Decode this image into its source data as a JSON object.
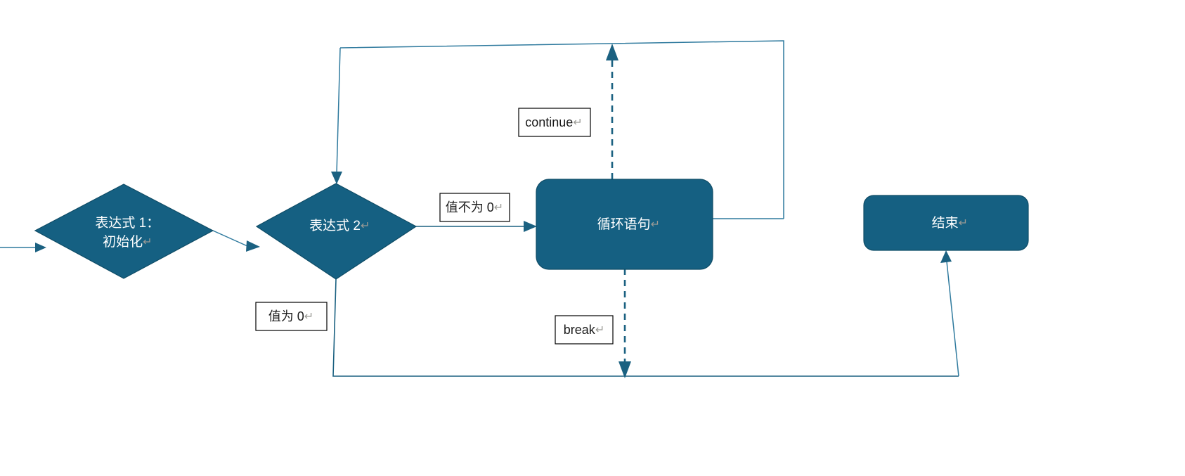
{
  "diagram": {
    "title": "for-loop flowchart",
    "colors": {
      "node_fill": "#156082",
      "node_stroke": "#0f4c66",
      "node_text": "#ffffff",
      "connector": "#2f7a9e",
      "connector_dark": "#1b6181",
      "label_box_fill": "#ffffff",
      "label_box_stroke": "#000000",
      "pilcrow": "#9a9a95",
      "background": "#ffffff"
    },
    "pilcrow_glyph": "↵",
    "nodes": [
      {
        "id": "expr1",
        "shape": "diamond",
        "line1": "表达式 1：",
        "line2": "初始化",
        "has_pilcrow": true
      },
      {
        "id": "expr2",
        "shape": "diamond",
        "line1": "表达式 2",
        "line2": "",
        "has_pilcrow": true
      },
      {
        "id": "loop-body",
        "shape": "rounded-rect",
        "line1": "循环语句",
        "line2": "",
        "has_pilcrow": true
      },
      {
        "id": "end",
        "shape": "rounded-rect",
        "line1": "结束",
        "line2": "",
        "has_pilcrow": true
      }
    ],
    "edge_labels": [
      {
        "id": "not-zero",
        "text": "值不为 0",
        "has_pilcrow": true
      },
      {
        "id": "is-zero",
        "text": "值为 0",
        "has_pilcrow": true
      },
      {
        "id": "continue",
        "text": "continue",
        "has_pilcrow": true
      },
      {
        "id": "break",
        "text": "break",
        "has_pilcrow": true
      }
    ]
  }
}
